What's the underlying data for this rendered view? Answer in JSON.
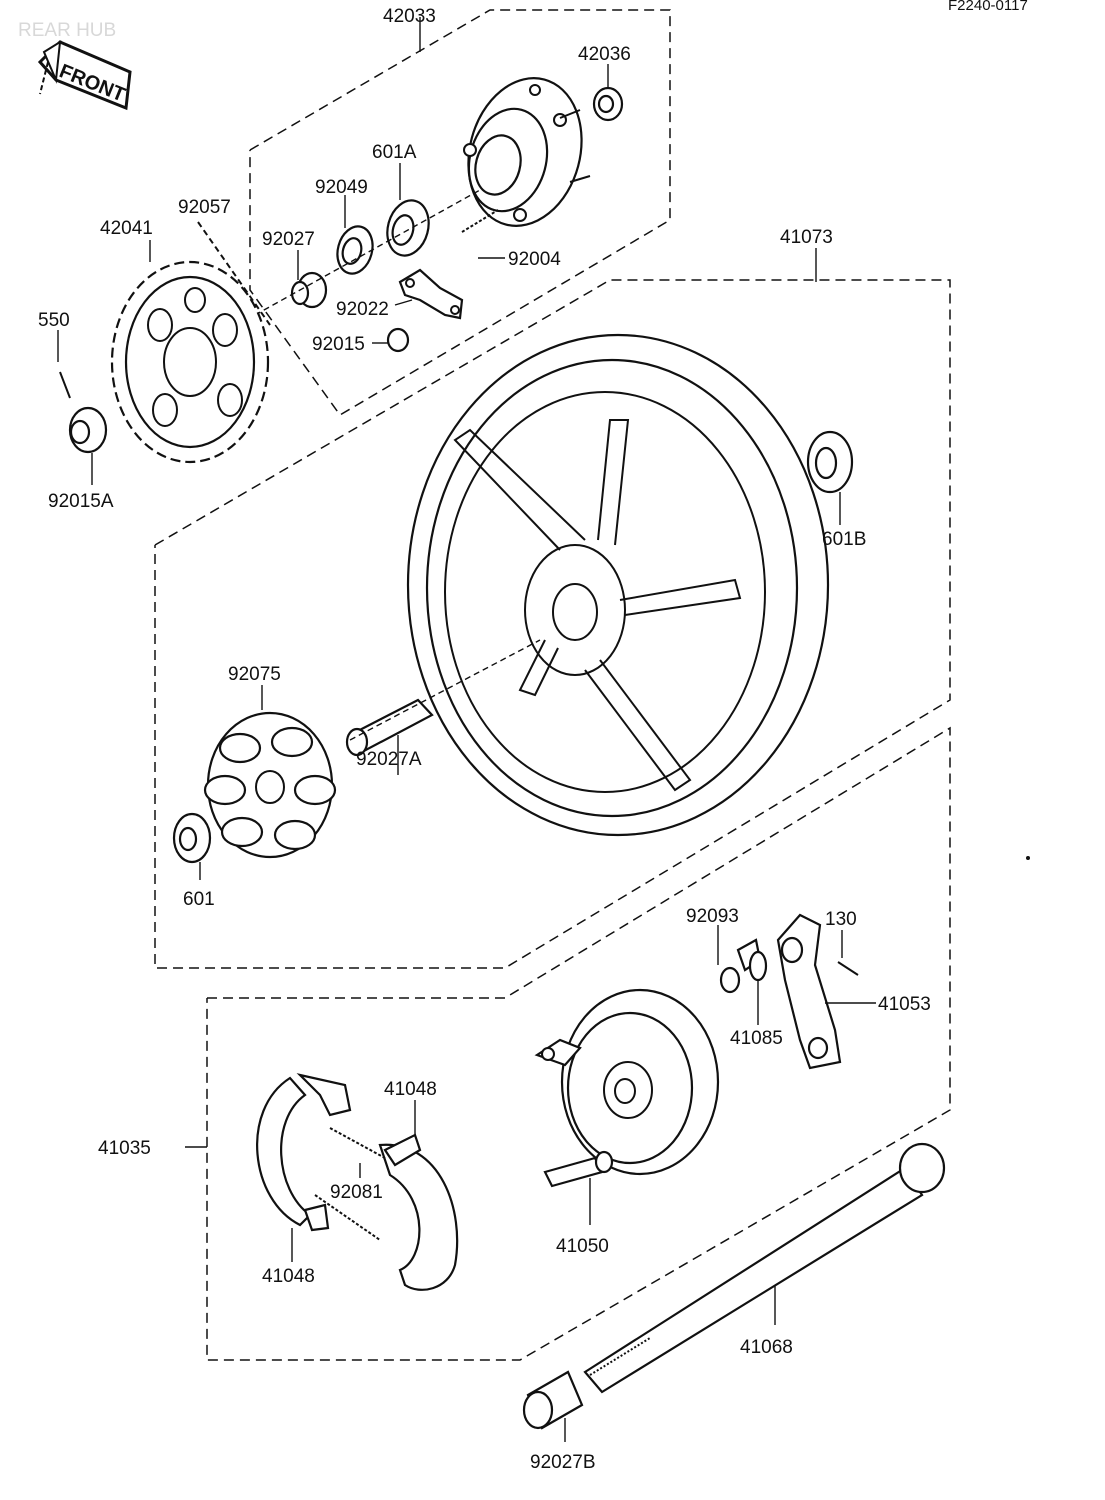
{
  "header": {
    "corner_code": "F2240-0117",
    "ghost_title": "REAR HUB",
    "front_label": "FRONT"
  },
  "parts": {
    "p42033": "42033",
    "p42036": "42036",
    "p601A": "601A",
    "p92049": "92049",
    "p92057": "92057",
    "p42041": "42041",
    "p92027": "92027",
    "p92004": "92004",
    "p92022": "92022",
    "p92015": "92015",
    "p550": "550",
    "p92015A": "92015A",
    "p41073": "41073",
    "p601B": "601B",
    "p92075": "92075",
    "p92027A": "92027A",
    "p601": "601",
    "p92093": "92093",
    "p130": "130",
    "p41053": "41053",
    "p41085": "41085",
    "p41048_top": "41048",
    "p41035": "41035",
    "p92081": "92081",
    "p41048_bottom": "41048",
    "p41050": "41050",
    "p41068": "41068",
    "p92027B": "92027B"
  }
}
